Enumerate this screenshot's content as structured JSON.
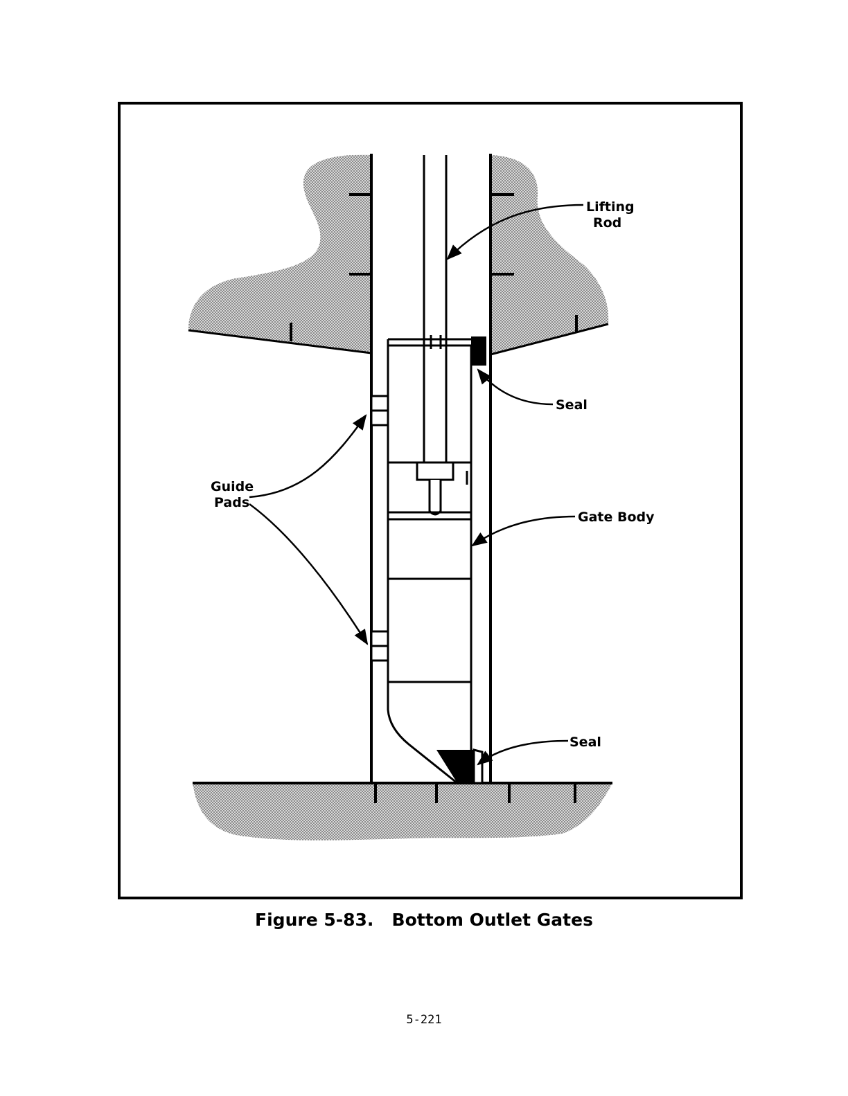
{
  "figure": {
    "caption": "Figure 5-83.   Bottom Outlet Gates",
    "labels": {
      "lifting_rod": [
        "Lifting",
        "Rod"
      ],
      "seal_top": "Seal",
      "guide_pads": [
        "Guide",
        "Pads"
      ],
      "gate_body": "Gate Body",
      "seal_bottom": "Seal"
    }
  },
  "page_number": "5-221"
}
